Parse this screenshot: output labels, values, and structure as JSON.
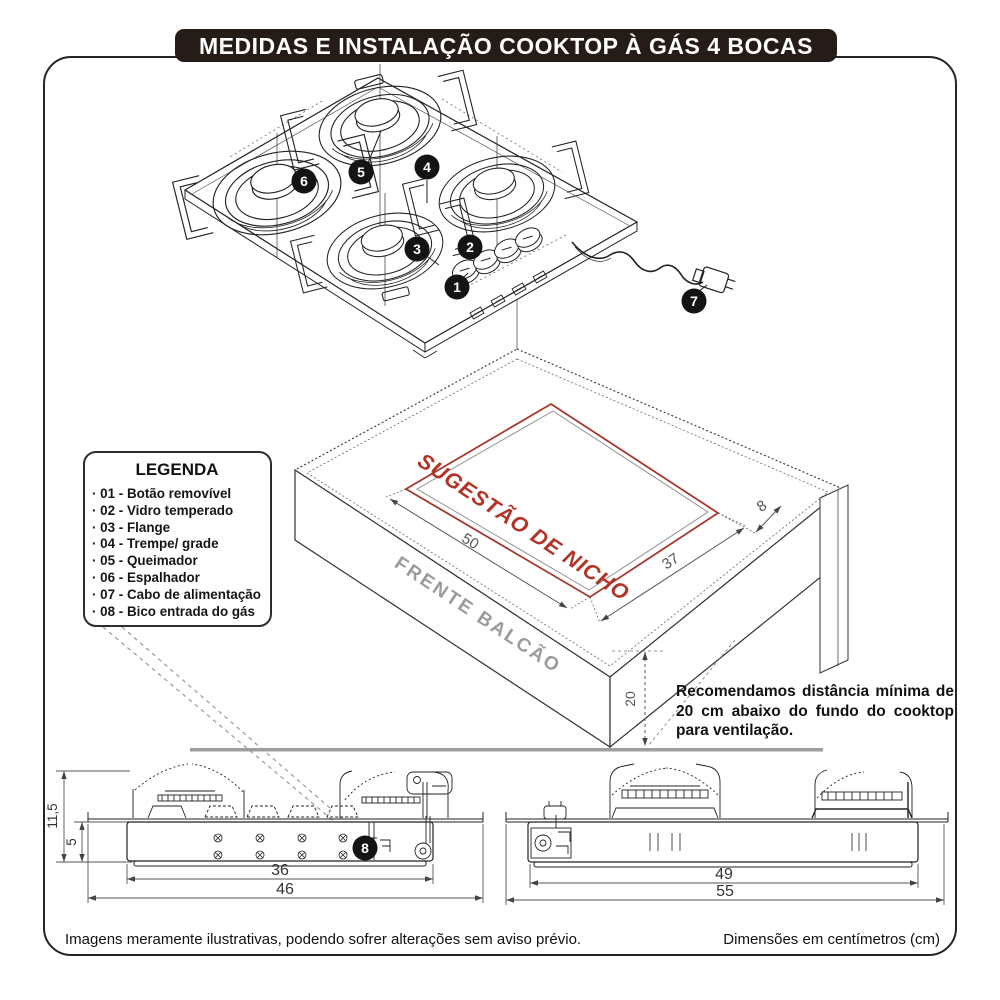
{
  "page": {
    "title": "MEDIDAS E INSTALAÇÃO COOKTOP À GÁS 4 BOCAS",
    "footer_left": "Imagens meramente ilustrativas, podendo sofrer alterações sem aviso prévio.",
    "footer_right": "Dimensões em centímetros (cm)"
  },
  "legend": {
    "title": "LEGENDA",
    "items": [
      "· 01 - Botão removível",
      "· 02 - Vidro temperado",
      "· 03 - Flange",
      "· 04 - Trempe/ grade",
      "· 05 - Queimador",
      "· 06 - Espalhador",
      "· 07 - Cabo de alimentação",
      "· 08 - Bico entrada do gás"
    ]
  },
  "callouts": [
    "1",
    "2",
    "3",
    "4",
    "5",
    "6",
    "7",
    "8"
  ],
  "niche": {
    "suggestion_label": "SUGESTÃO DE NICHO",
    "front_label": "FRENTE BALCÃO",
    "width_cm": "50",
    "depth_cm": "37",
    "edge_cm": "8",
    "clearance_cm": "20"
  },
  "recommendation": "Recomendamos distância mínima de 20 cm abaixo do fundo do cooktop para ventilação.",
  "side_views": {
    "left": {
      "total_height_cm": "11,5",
      "body_height_cm": "5",
      "inner_width_cm": "36",
      "total_width_cm": "46"
    },
    "right": {
      "inner_width_cm": "49",
      "total_width_cm": "55"
    }
  },
  "colors": {
    "accent_red": "#ad3428",
    "ink": "#222222",
    "muted_gray": "#9a9a9a"
  }
}
